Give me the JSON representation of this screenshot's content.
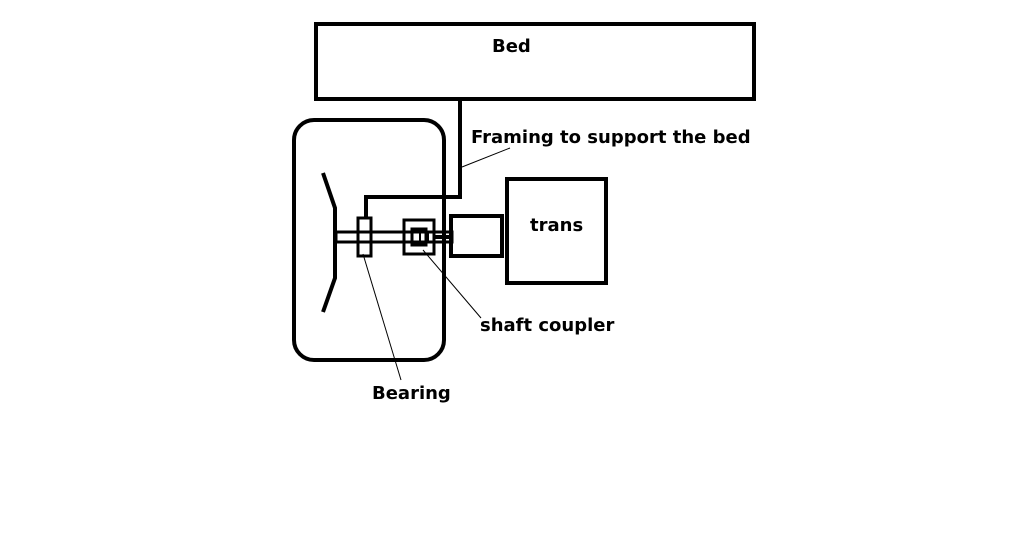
{
  "diagram": {
    "labels": {
      "bed": "Bed",
      "framing": "Framing to support the bed",
      "trans": "trans",
      "shaft_coupler": "shaft coupler",
      "bearing": "Bearing"
    },
    "colors": {
      "stroke": "#000000",
      "background": "#ffffff"
    }
  }
}
